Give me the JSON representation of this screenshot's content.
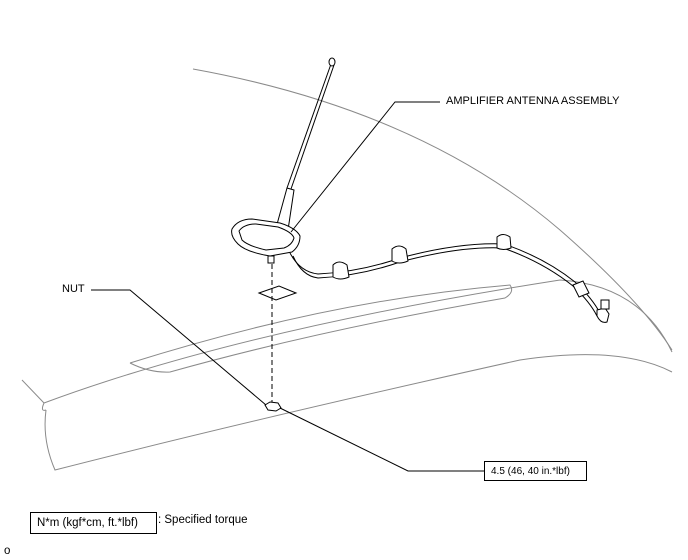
{
  "labels": {
    "amplifier": "AMPLIFIER ANTENNA ASSEMBLY",
    "nut": "NUT"
  },
  "torque": {
    "value": "4.5 (46, 40 in.*lbf)"
  },
  "legend": {
    "unit_box": "N*m (kgf*cm, ft.*lbf)",
    "description": ": Specified torque"
  },
  "figure_id": "o",
  "colors": {
    "line": "#000000",
    "body_line": "#8a8a8a",
    "background": "#ffffff"
  }
}
